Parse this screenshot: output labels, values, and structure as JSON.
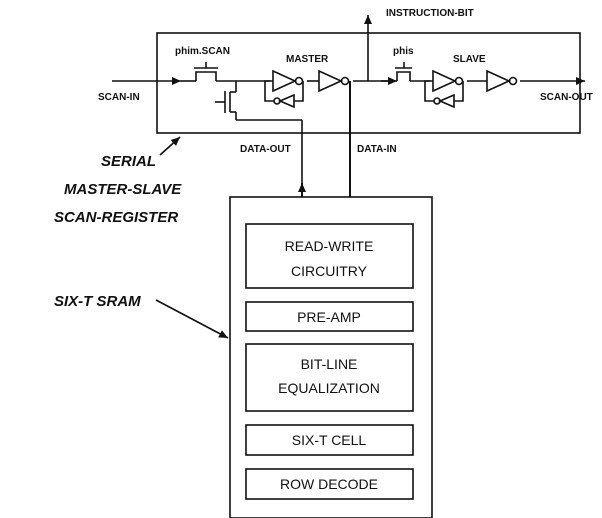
{
  "scan_register": {
    "labels": {
      "scan_in": "SCAN-IN",
      "scan_out": "SCAN-OUT",
      "instruction_bit": "INSTRUCTION-BIT",
      "data_out": "DATA-OUT",
      "data_in": "DATA-IN",
      "phim_scan": "phim.SCAN",
      "phis": "phis",
      "master": "MASTER",
      "slave": "SLAVE"
    },
    "caption": [
      "SERIAL",
      "MASTER-SLAVE",
      "SCAN-REGISTER"
    ]
  },
  "sram": {
    "caption": "SIX-T SRAM",
    "blocks": [
      {
        "name": "read-write-circuitry",
        "lines": [
          "READ-WRITE",
          "CIRCUITRY"
        ]
      },
      {
        "name": "pre-amp",
        "lines": [
          "PRE-AMP"
        ]
      },
      {
        "name": "bit-line-equalization",
        "lines": [
          "BIT-LINE",
          "EQUALIZATION"
        ]
      },
      {
        "name": "six-t-cell",
        "lines": [
          "SIX-T CELL"
        ]
      },
      {
        "name": "row-decode",
        "lines": [
          "ROW DECODE"
        ]
      }
    ]
  }
}
